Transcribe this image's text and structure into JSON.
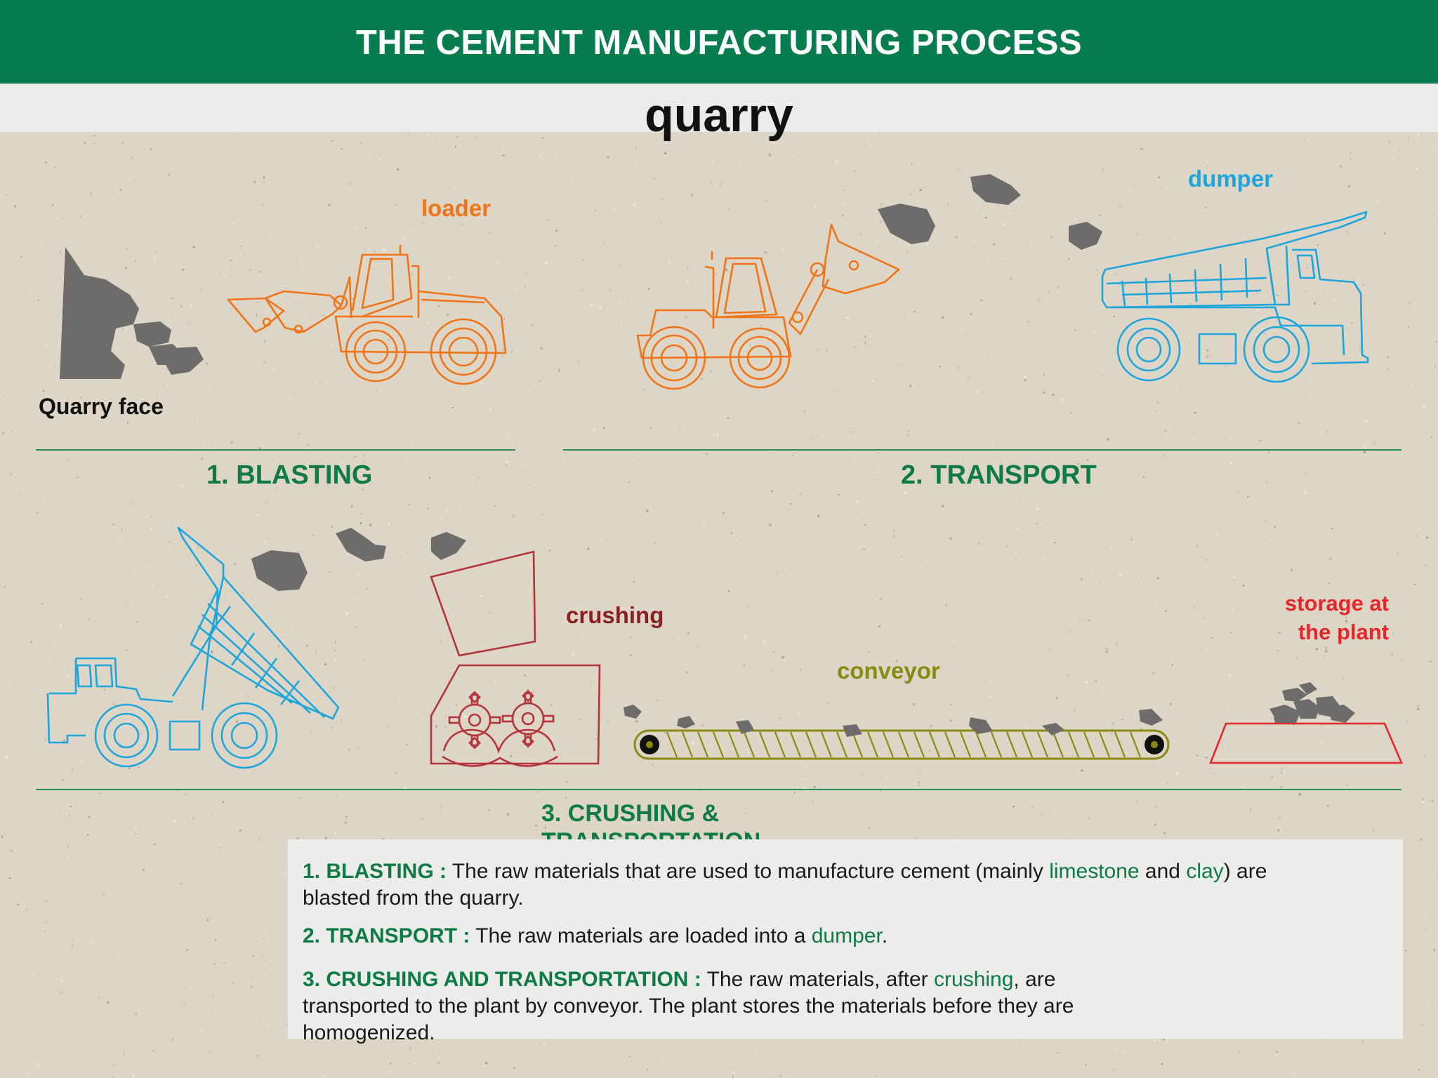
{
  "header": {
    "title": "THE CEMENT MANUFACTURING PROCESS"
  },
  "section_title": "quarry",
  "labels": {
    "loader": "loader",
    "dumper": "dumper",
    "quarry_face": "Quarry face",
    "crushing": "crushing",
    "conveyor": "conveyor",
    "storage_line1": "storage at",
    "storage_line2": "the plant"
  },
  "steps": {
    "blasting": "1. BLASTING",
    "transport": "2. TRANSPORT",
    "crushing_line1": "3. CRUSHING &",
    "crushing_line2": "TRANSPORTATION"
  },
  "description": {
    "p1": {
      "key": "1. BLASTING :",
      "t1": " The raw materials that are used to manufacture cement (mainly ",
      "h1": "limestone",
      "t2": " and ",
      "h2": "clay",
      "t3": ") are",
      "t4": "blasted from the quarry."
    },
    "p2": {
      "key": "2. TRANSPORT :",
      "t1": " The raw materials are loaded into a ",
      "h1": "dumper",
      "t2": "."
    },
    "p3": {
      "key": "3. CRUSHING AND TRANSPORTATION :",
      "t1": " The raw  materials, after ",
      "h1": "crushing",
      "t2": ", are",
      "t3": "transported to the plant by conveyor. The plant stores the materials before they are",
      "t4": "homogenized."
    }
  },
  "colors": {
    "header_bg": "#077c4f",
    "step_green": "#0e7a45",
    "loader_orange": "#f07418",
    "dumper_blue": "#1ea5dc",
    "crusher_red": "#b3343a",
    "conveyor_olive": "#8a8a12",
    "storage_red": "#e8262a",
    "rock_gray": "#6d6c6b"
  }
}
